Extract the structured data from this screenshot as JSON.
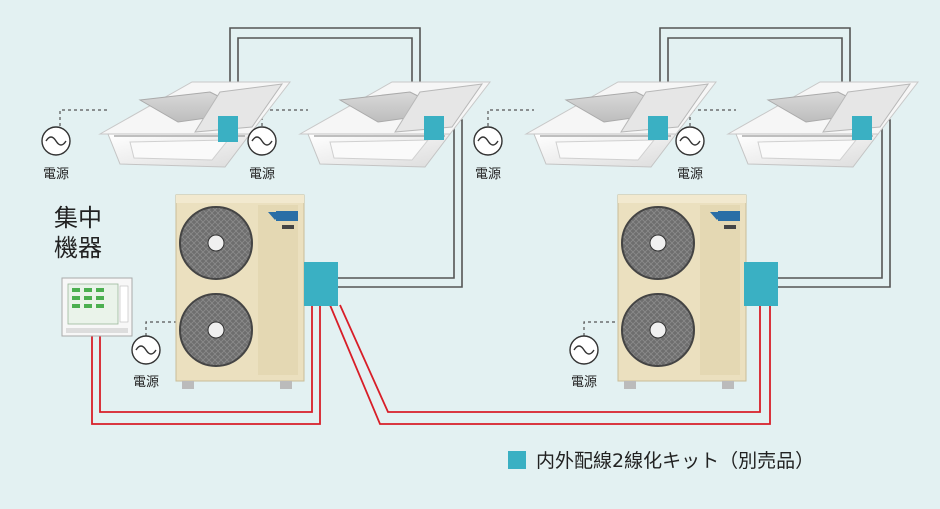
{
  "labels": {
    "power": "電源",
    "central_line1": "集中",
    "central_line2": "機器",
    "legend": "内外配線2線化キット（別売品）"
  },
  "colors": {
    "background": "#e3f1f2",
    "kit": "#3ab0c3",
    "signal_wire": "#d81e28",
    "indoor_wire": "#555555",
    "outdoor_body": "#eadfbd",
    "indoor_body": "#f4f4f4"
  },
  "icons": {
    "power": "ac-power-symbol-icon",
    "brand": "brand-logo-icon"
  }
}
